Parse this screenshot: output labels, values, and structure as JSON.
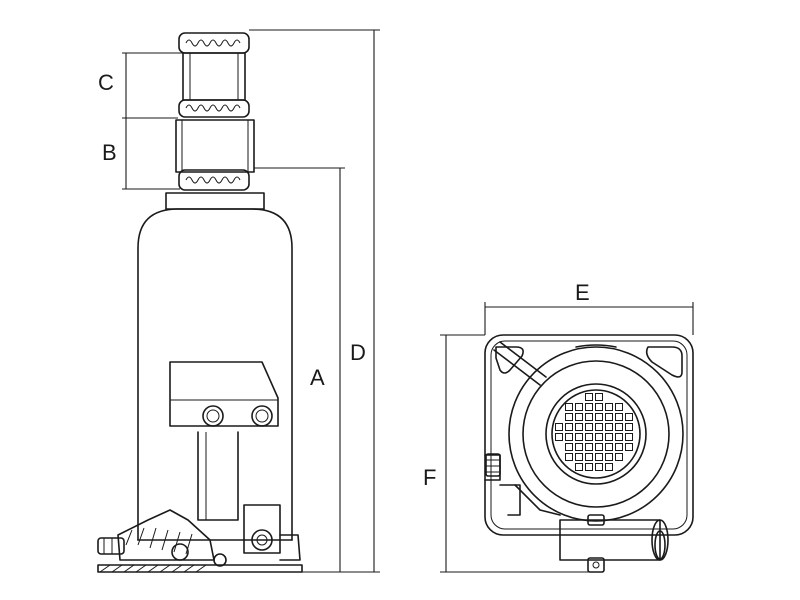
{
  "dimensions": {
    "A": "A",
    "B": "B",
    "C": "C",
    "D": "D",
    "E": "E",
    "F": "F"
  },
  "colors": {
    "line": "#1a1a1a",
    "background": "#ffffff"
  }
}
